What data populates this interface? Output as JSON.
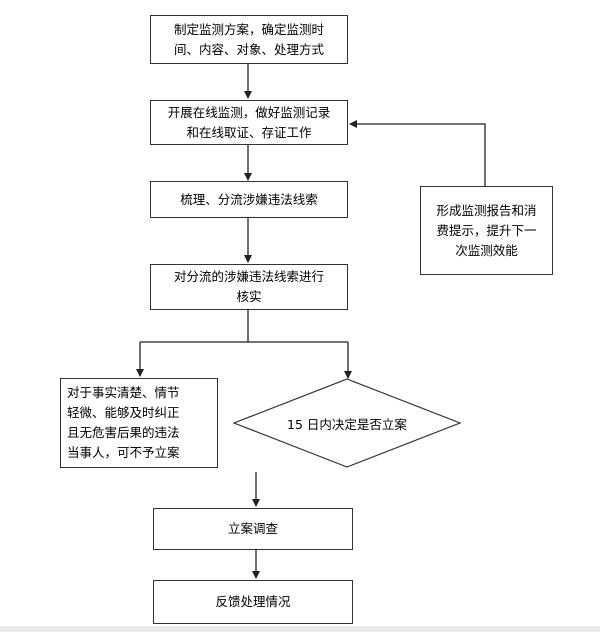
{
  "flowchart": {
    "steps": {
      "plan": "制定监测方案，确定监测时\n间、内容、对象、处理方式",
      "online_monitor": "开展在线监测，做好监测记录\n和在线取证、存证工作",
      "sort_clues": "梳理、分流涉嫌违法线索",
      "verify_clues": "对分流的涉嫌违法线索进行\n核实",
      "no_case": "对于事实清楚、情节\n轻微、能够及时纠正\n且无危害后果的违法\n当事人，可不予立案",
      "decision": "15 日内决定是否立案",
      "investigate": "立案调查",
      "feedback": "反馈处理情况",
      "report": "形成监测报告和消\n费提示，提升下一\n次监测效能"
    }
  }
}
